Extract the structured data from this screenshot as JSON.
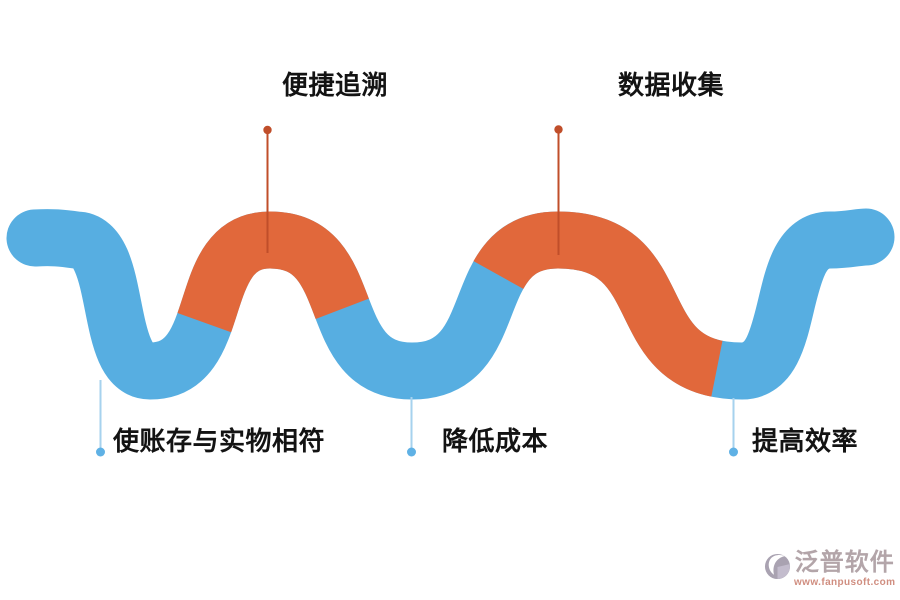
{
  "labels": {
    "top": [
      {
        "text": "便捷追溯"
      },
      {
        "text": "数据收集"
      }
    ],
    "bottom": [
      {
        "text": "使账存与实物相符"
      },
      {
        "text": "降低成本"
      },
      {
        "text": "提高效率"
      }
    ]
  },
  "colors": {
    "ribbon_blue": "#57aee1",
    "ribbon_orange": "#e1683b",
    "top_connector": "#c04e2a",
    "bottom_connector_line": "#a6d2ee",
    "bottom_connector_dot": "#5fb1e5",
    "label_text": "#131313"
  },
  "wave": {
    "orange_cut_x": [
      204,
      342,
      498,
      716
    ]
  },
  "logo": {
    "name": "泛普软件",
    "url": "www.fanpusoft.com"
  }
}
